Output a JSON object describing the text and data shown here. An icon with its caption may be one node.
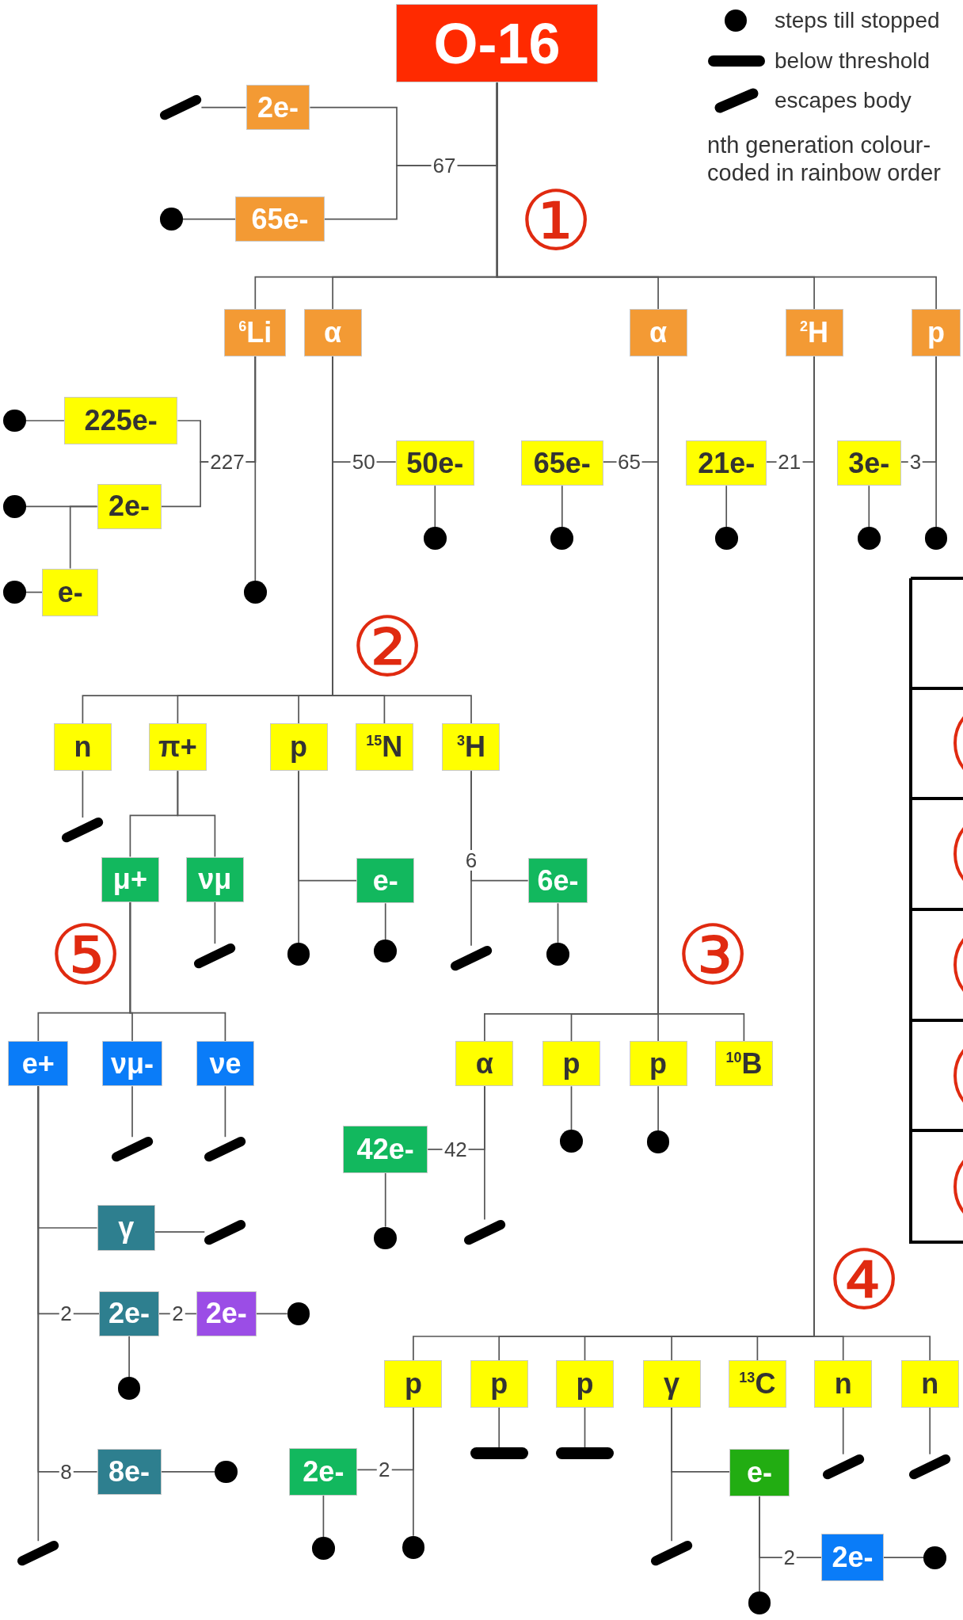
{
  "diagram": {
    "nodes": [
      {
        "text": [
          "O-16"
        ]
      },
      {
        "text": [
          "2e-"
        ]
      },
      {
        "text": [],
        "shape": "slash"
      },
      {
        "text": [
          "65e-"
        ]
      },
      {
        "text": [],
        "shape": "circle"
      },
      {
        "text": [
          "$^{6}$Li"
        ]
      },
      {
        "text": [
          "α"
        ]
      },
      {
        "text": [
          "α"
        ]
      },
      {
        "text": [
          "$^{2}$H"
        ]
      },
      {
        "text": [
          "p"
        ]
      },
      {
        "text": [
          "225e-"
        ]
      },
      {
        "text": [],
        "shape": "circle"
      },
      {
        "text": [
          "2e-"
        ]
      },
      {
        "text": [],
        "shape": "circle"
      },
      {
        "text": [
          "e-"
        ]
      },
      {
        "text": [],
        "shape": "circle"
      },
      {
        "text": [],
        "shape": "circle"
      },
      {
        "text": [
          "50e-"
        ]
      },
      {
        "text": [],
        "shape": "circle"
      },
      {
        "text": [
          "65e-"
        ]
      },
      {
        "text": [],
        "shape": "circle"
      },
      {
        "text": [
          "21e-"
        ]
      },
      {
        "text": [],
        "shape": "circle"
      },
      {
        "text": [
          "3e-"
        ]
      },
      {
        "text": [],
        "shape": "circle"
      },
      {
        "text": [],
        "shape": "circle"
      },
      {
        "text": [
          "n"
        ]
      },
      {
        "text": [
          "π+"
        ]
      },
      {
        "text": [
          "p"
        ]
      },
      {
        "text": [
          "$^{15}$N"
        ]
      },
      {
        "text": [
          "$^{3}$H"
        ]
      },
      {
        "text": [],
        "shape": "slash"
      },
      {
        "text": [
          "μ+"
        ]
      },
      {
        "text": [
          "νμ"
        ]
      },
      {
        "text": [],
        "shape": "slash"
      },
      {
        "text": [],
        "shape": "circle"
      },
      {
        "text": [
          "e-"
        ]
      },
      {
        "text": [],
        "shape": "circle"
      },
      {
        "text": [],
        "shape": "slash"
      },
      {
        "text": [
          "6e-"
        ]
      },
      {
        "text": [],
        "shape": "circle"
      },
      {
        "text": [
          "α"
        ]
      },
      {
        "text": [
          "p"
        ]
      },
      {
        "text": [
          "p"
        ]
      },
      {
        "text": [
          "$^{10}$B"
        ]
      },
      {
        "text": [],
        "shape": "slash"
      },
      {
        "text": [
          "42e-"
        ]
      },
      {
        "text": [],
        "shape": "circle"
      },
      {
        "text": [],
        "shape": "circle"
      },
      {
        "text": [],
        "shape": "circle"
      },
      {
        "text": [
          "e+"
        ]
      },
      {
        "text": [
          "νμ-"
        ]
      },
      {
        "text": [
          "νe"
        ]
      },
      {
        "text": [],
        "shape": "slash"
      },
      {
        "text": [],
        "shape": "slash"
      },
      {
        "text": [],
        "shape": "slash"
      },
      {
        "text": [
          "γ"
        ]
      },
      {
        "text": [],
        "shape": "slash"
      },
      {
        "text": [
          "2e-"
        ]
      },
      {
        "text": [],
        "shape": "circle"
      },
      {
        "text": [
          "2e-"
        ]
      },
      {
        "text": [],
        "shape": "circle"
      },
      {
        "text": [
          "8e-"
        ]
      },
      {
        "text": [],
        "shape": "circle"
      },
      {
        "text": [
          "p"
        ]
      },
      {
        "text": [
          "p"
        ]
      },
      {
        "text": [
          "p"
        ]
      },
      {
        "text": [
          "γ"
        ]
      },
      {
        "text": [
          "$^{13}$C"
        ]
      },
      {
        "text": [
          "n"
        ]
      },
      {
        "text": [
          "n"
        ]
      },
      {
        "text": [],
        "shape": "circle"
      },
      {
        "text": [
          "2e-"
        ]
      },
      {
        "text": [],
        "shape": "circle"
      },
      {
        "text": [],
        "shape": "bar"
      },
      {
        "text": [],
        "shape": "bar"
      },
      {
        "text": [],
        "shape": "slash"
      },
      {
        "text": [
          "e-"
        ]
      },
      {
        "text": [],
        "shape": "circle"
      },
      {
        "text": [
          "2e-"
        ]
      },
      {
        "text": [],
        "shape": "circle"
      },
      {
        "text": [],
        "shape": "slash"
      },
      {
        "text": [],
        "shape": "slash"
      }
    ],
    "edges": [
      {
        "from": 0,
        "to": 1,
        "arrow": "none",
        "label": "67"
      },
      {
        "from": 0,
        "to": 3,
        "arrow": "none"
      },
      {
        "from": 0,
        "to": 5,
        "arrow": "none"
      },
      {
        "from": 0,
        "to": 6,
        "arrow": "none"
      },
      {
        "from": 0,
        "to": 7,
        "arrow": "none"
      },
      {
        "from": 0,
        "to": 8,
        "arrow": "none"
      },
      {
        "from": 0,
        "to": 9,
        "arrow": "none"
      },
      {
        "from": 1,
        "to": 2,
        "arrow": "none"
      },
      {
        "from": 3,
        "to": 4,
        "arrow": "none"
      },
      {
        "from": 5,
        "to": 10,
        "arrow": "none",
        "label": "227"
      },
      {
        "from": 5,
        "to": 12,
        "arrow": "none"
      },
      {
        "from": 5,
        "to": 16,
        "arrow": "none"
      },
      {
        "from": 10,
        "to": 11,
        "arrow": "none"
      },
      {
        "from": 12,
        "to": 13,
        "arrow": "none"
      },
      {
        "from": 12,
        "to": 14,
        "arrow": "none"
      },
      {
        "from": 14,
        "to": 15,
        "arrow": "none"
      },
      {
        "from": 6,
        "to": 17,
        "arrow": "none",
        "label": "50"
      },
      {
        "from": 6,
        "to": 26,
        "arrow": "none"
      },
      {
        "from": 6,
        "to": 27,
        "arrow": "none"
      },
      {
        "from": 6,
        "to": 28,
        "arrow": "none"
      },
      {
        "from": 6,
        "to": 29,
        "arrow": "none"
      },
      {
        "from": 6,
        "to": 30,
        "arrow": "none"
      },
      {
        "from": 17,
        "to": 18,
        "arrow": "none"
      },
      {
        "from": 7,
        "to": 19,
        "arrow": "none",
        "label": "65"
      },
      {
        "from": 19,
        "to": 20,
        "arrow": "none"
      },
      {
        "from": 7,
        "to": 41,
        "arrow": "none"
      },
      {
        "from": 7,
        "to": 42,
        "arrow": "none"
      },
      {
        "from": 7,
        "to": 43,
        "arrow": "none"
      },
      {
        "from": 7,
        "to": 44,
        "arrow": "none"
      },
      {
        "from": 8,
        "to": 21,
        "arrow": "none",
        "label": "21"
      },
      {
        "from": 21,
        "to": 22,
        "arrow": "none"
      },
      {
        "from": 8,
        "to": 64,
        "arrow": "none"
      },
      {
        "from": 8,
        "to": 65,
        "arrow": "none"
      },
      {
        "from": 8,
        "to": 66,
        "arrow": "none"
      },
      {
        "from": 8,
        "to": 67,
        "arrow": "none"
      },
      {
        "from": 8,
        "to": 68,
        "arrow": "none"
      },
      {
        "from": 8,
        "to": 69,
        "arrow": "none"
      },
      {
        "from": 8,
        "to": 70,
        "arrow": "none"
      },
      {
        "from": 9,
        "to": 23,
        "arrow": "none",
        "label": "3"
      },
      {
        "from": 23,
        "to": 24,
        "arrow": "none"
      },
      {
        "from": 9,
        "to": 25,
        "arrow": "none"
      },
      {
        "from": 26,
        "to": 31,
        "arrow": "none"
      },
      {
        "from": 27,
        "to": 32,
        "arrow": "none"
      },
      {
        "from": 27,
        "to": 33,
        "arrow": "none"
      },
      {
        "from": 33,
        "to": 34,
        "arrow": "none"
      },
      {
        "from": 28,
        "to": 35,
        "arrow": "none"
      },
      {
        "from": 28,
        "to": 36,
        "arrow": "none"
      },
      {
        "from": 36,
        "to": 37,
        "arrow": "none"
      },
      {
        "from": 30,
        "to": 38,
        "arrow": "none"
      },
      {
        "from": 30,
        "to": 39,
        "arrow": "none",
        "label": "6"
      },
      {
        "from": 39,
        "to": 40,
        "arrow": "none"
      },
      {
        "from": 41,
        "to": 45,
        "arrow": "none"
      },
      {
        "from": 41,
        "to": 46,
        "arrow": "none",
        "label": "42"
      },
      {
        "from": 46,
        "to": 47,
        "arrow": "none"
      },
      {
        "from": 42,
        "to": 48,
        "arrow": "none"
      },
      {
        "from": 43,
        "to": 49,
        "arrow": "none"
      },
      {
        "from": 32,
        "to": 50,
        "arrow": "none"
      },
      {
        "from": 32,
        "to": 51,
        "arrow": "none"
      },
      {
        "from": 32,
        "to": 52,
        "arrow": "none"
      },
      {
        "from": 51,
        "to": 53,
        "arrow": "none"
      },
      {
        "from": 52,
        "to": 54,
        "arrow": "none"
      },
      {
        "from": 50,
        "to": 55,
        "arrow": "none"
      },
      {
        "from": 50,
        "to": 56,
        "arrow": "none"
      },
      {
        "from": 56,
        "to": 57,
        "arrow": "none"
      },
      {
        "from": 50,
        "to": 58,
        "arrow": "none",
        "label": "2"
      },
      {
        "from": 58,
        "to": 59,
        "arrow": "none"
      },
      {
        "from": 58,
        "to": 60,
        "arrow": "none",
        "label": "2"
      },
      {
        "from": 60,
        "to": 61,
        "arrow": "none"
      },
      {
        "from": 50,
        "to": 62,
        "arrow": "none",
        "label": "8"
      },
      {
        "from": 62,
        "to": 63,
        "arrow": "none"
      },
      {
        "from": 64,
        "to": 71,
        "arrow": "none"
      },
      {
        "from": 64,
        "to": 72,
        "arrow": "none",
        "label": "2"
      },
      {
        "from": 72,
        "to": 73,
        "arrow": "none"
      },
      {
        "from": 65,
        "to": 74,
        "arrow": "none"
      },
      {
        "from": 66,
        "to": 75,
        "arrow": "none"
      },
      {
        "from": 67,
        "to": 76,
        "arrow": "none"
      },
      {
        "from": 67,
        "to": 77,
        "arrow": "none"
      },
      {
        "from": 77,
        "to": 78,
        "arrow": "none"
      },
      {
        "from": 77,
        "to": 79,
        "arrow": "none",
        "label": "2"
      },
      {
        "from": 79,
        "to": 80,
        "arrow": "none"
      },
      {
        "from": 69,
        "to": 81,
        "arrow": "none"
      },
      {
        "from": 70,
        "to": 82,
        "arrow": "none"
      }
    ],
    "labels": [
      "nth generation colour-coded in rainbow order",
      "①",
      "②",
      "⑤",
      "③",
      "④"
    ],
    "legend": [
      {
        "text": "steps till stopped"
      },
      {
        "text": "below threshold"
      },
      {
        "text": "escapes body"
      }
    ]
  }
}
